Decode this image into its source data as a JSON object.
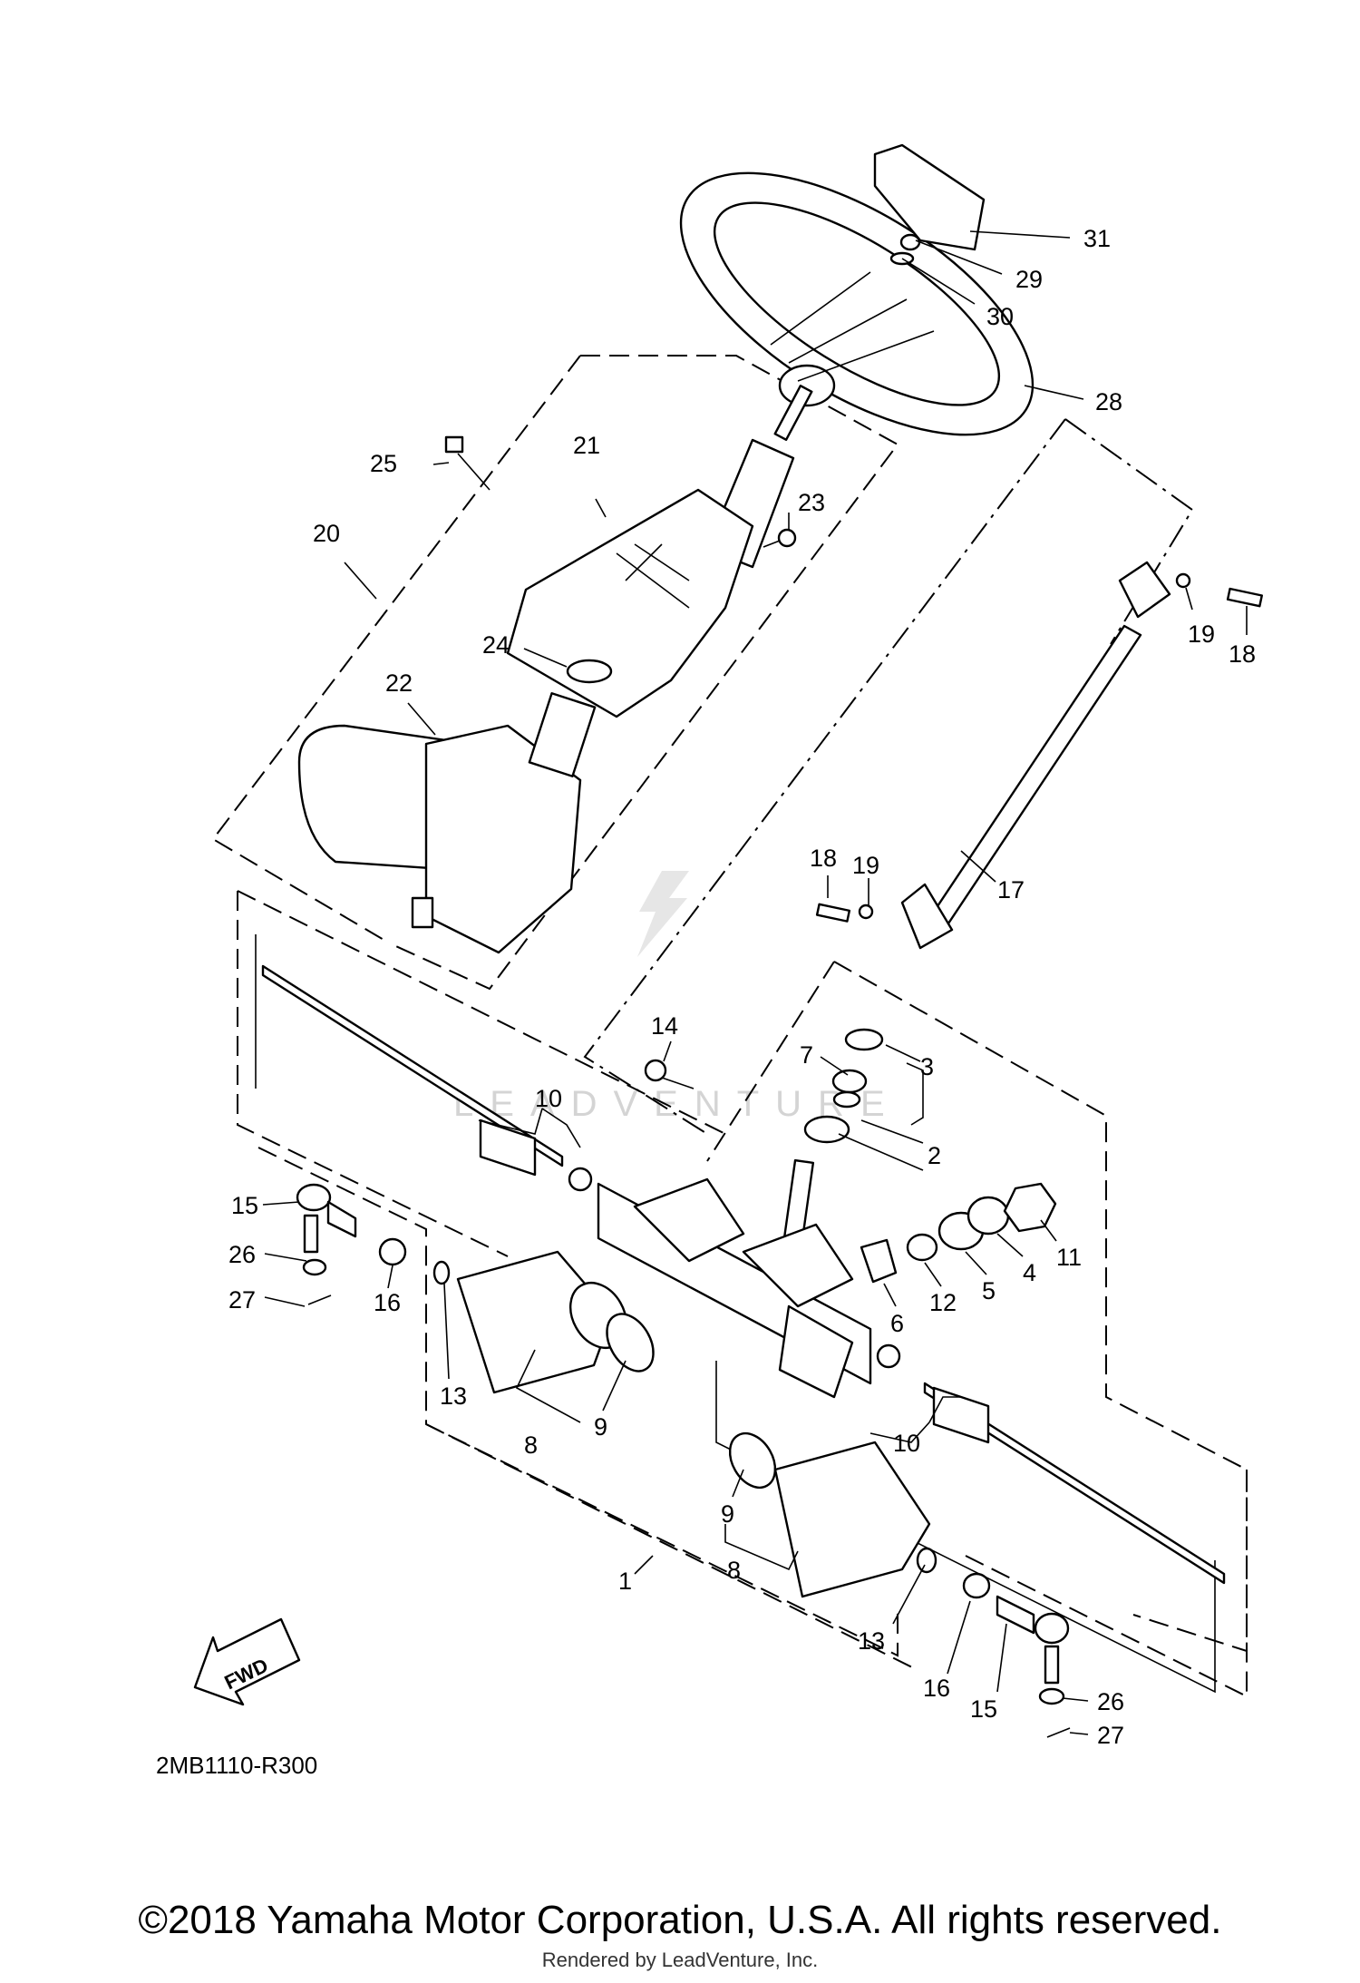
{
  "diagram": {
    "drawing_code": "2MB1110-R300",
    "fwd_label": "FWD",
    "watermark_text": "LEADVENTURE",
    "callouts": [
      {
        "id": "c31",
        "label": "31"
      },
      {
        "id": "c29",
        "label": "29"
      },
      {
        "id": "c30",
        "label": "30"
      },
      {
        "id": "c28",
        "label": "28"
      },
      {
        "id": "c25",
        "label": "25"
      },
      {
        "id": "c21",
        "label": "21"
      },
      {
        "id": "c23",
        "label": "23"
      },
      {
        "id": "c20",
        "label": "20"
      },
      {
        "id": "c24",
        "label": "24"
      },
      {
        "id": "c22",
        "label": "22"
      },
      {
        "id": "c19a",
        "label": "19"
      },
      {
        "id": "c18a",
        "label": "18"
      },
      {
        "id": "c18b",
        "label": "18"
      },
      {
        "id": "c19b",
        "label": "19"
      },
      {
        "id": "c17",
        "label": "17"
      },
      {
        "id": "c14",
        "label": "14"
      },
      {
        "id": "c3",
        "label": "3"
      },
      {
        "id": "c7",
        "label": "7"
      },
      {
        "id": "c10a",
        "label": "10"
      },
      {
        "id": "c2",
        "label": "2"
      },
      {
        "id": "c15a",
        "label": "15"
      },
      {
        "id": "c26a",
        "label": "26"
      },
      {
        "id": "c27a",
        "label": "27"
      },
      {
        "id": "c16a",
        "label": "16"
      },
      {
        "id": "c11",
        "label": "11"
      },
      {
        "id": "c4",
        "label": "4"
      },
      {
        "id": "c5",
        "label": "5"
      },
      {
        "id": "c12",
        "label": "12"
      },
      {
        "id": "c6",
        "label": "6"
      },
      {
        "id": "c13a",
        "label": "13"
      },
      {
        "id": "c8a",
        "label": "8"
      },
      {
        "id": "c9a",
        "label": "9"
      },
      {
        "id": "c10b",
        "label": "10"
      },
      {
        "id": "c9b",
        "label": "9"
      },
      {
        "id": "c8b",
        "label": "8"
      },
      {
        "id": "c1",
        "label": "1"
      },
      {
        "id": "c13b",
        "label": "13"
      },
      {
        "id": "c16b",
        "label": "16"
      },
      {
        "id": "c15b",
        "label": "15"
      },
      {
        "id": "c26b",
        "label": "26"
      },
      {
        "id": "c27b",
        "label": "27"
      }
    ]
  },
  "footer": {
    "copyright": "©2018 Yamaha Motor Corporation, U.S.A. All rights reserved.",
    "rendered_by": "Rendered by LeadVenture, Inc."
  }
}
